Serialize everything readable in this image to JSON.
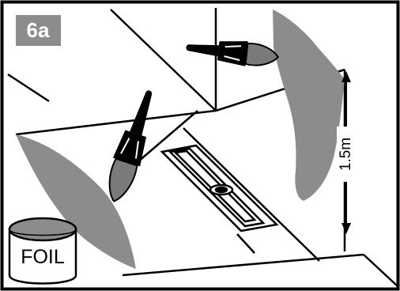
{
  "figure": {
    "step_label": "6a",
    "dimension_label": "1.5m",
    "can_label": "FOIL"
  },
  "colors": {
    "line": "#000000",
    "background": "#ffffff",
    "membrane": "#8c8c8c",
    "label_badge": "#8c8c8c"
  },
  "icons": [
    "paint-brush-icon",
    "paint-brush-icon",
    "foil-can-icon",
    "double-arrow-icon"
  ]
}
